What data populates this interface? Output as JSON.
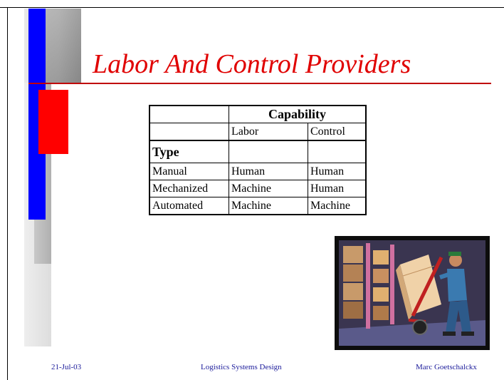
{
  "slide": {
    "title": "Labor And Control Providers",
    "table": {
      "group_header": "Capability",
      "columns": [
        "Labor",
        "Control"
      ],
      "row_header": "Type",
      "rows": [
        {
          "type": "Manual",
          "labor": "Human",
          "control": "Human"
        },
        {
          "type": "Mechanized",
          "labor": "Machine",
          "control": "Human"
        },
        {
          "type": "Automated",
          "labor": "Machine",
          "control": "Machine"
        }
      ]
    },
    "clipart_icon": "worker-hand-truck-icon",
    "footer": {
      "date": "21-Jul-03",
      "course": "Logistics Systems Design",
      "author": "Marc Goetschalckx"
    }
  },
  "colors": {
    "title": "#e00000",
    "accent_blue": "#0000ff",
    "accent_red": "#ff0000",
    "footer": "#1a1a9a"
  }
}
